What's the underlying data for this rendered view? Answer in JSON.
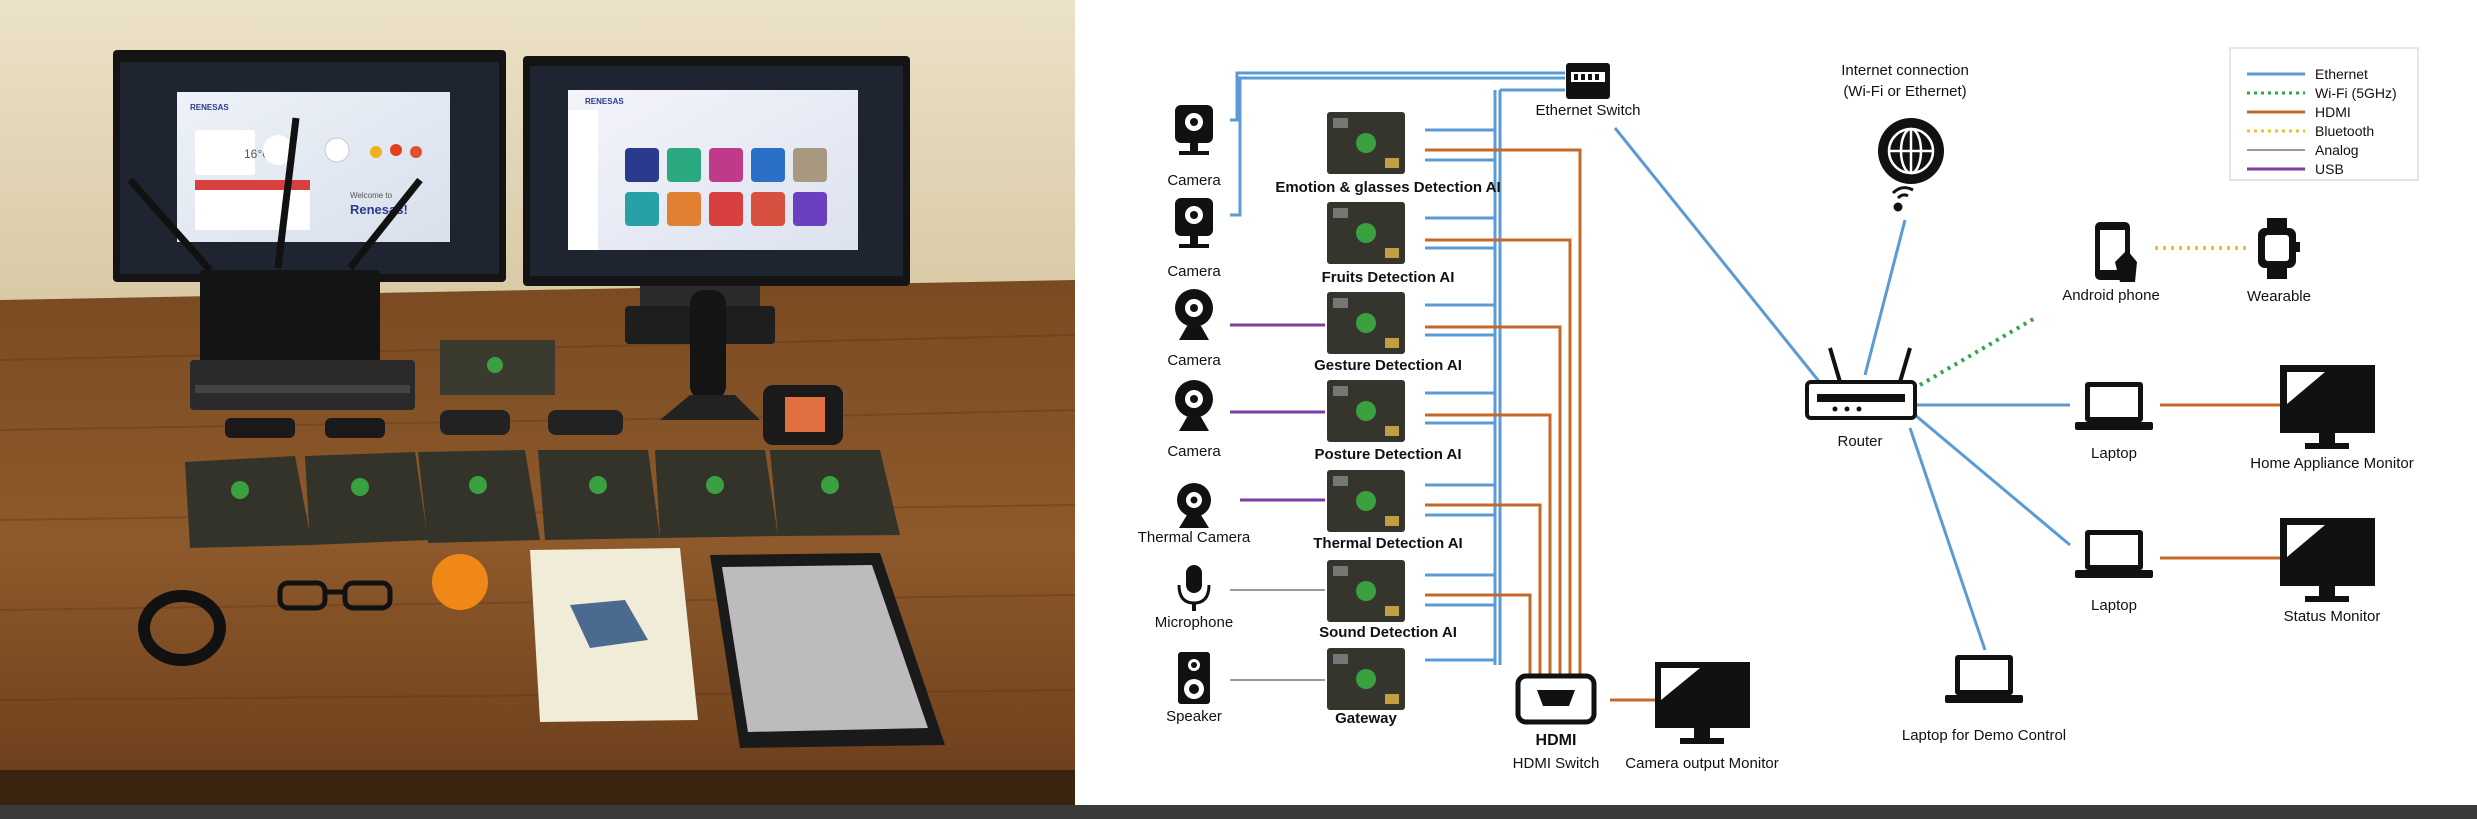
{
  "photo": {
    "left_monitor_brand": "RENESAS",
    "left_monitor_temperature": "16°C",
    "left_monitor_welcome": "Welcome to",
    "left_monitor_company": "Renesas!",
    "right_monitor_brand": "RENESAS"
  },
  "diagram": {
    "nodes": {
      "ethernet_switch": "Ethernet Switch",
      "internet": "Internet connection",
      "internet_sub": "(Wi-Fi or  Ethernet)",
      "router": "Router",
      "android_phone": "Android phone",
      "wearable": "Wearable",
      "laptop_1": "Laptop",
      "laptop_2": "Laptop",
      "laptop_demo": "Laptop for Demo Control",
      "home_monitor": "Home Appliance Monitor",
      "status_monitor": "Status Monitor",
      "hdmi_icon_text": "HDMI",
      "hdmi_switch": "HDMI Switch",
      "camera_output_monitor": "Camera output Monitor"
    },
    "boards": [
      {
        "label": "Emotion & glasses Detection AI",
        "device": "Camera"
      },
      {
        "label": "Fruits Detection AI",
        "device": "Camera"
      },
      {
        "label": "Gesture Detection AI",
        "device": "Camera"
      },
      {
        "label": "Posture Detection AI",
        "device": "Camera"
      },
      {
        "label": "Thermal Detection AI",
        "device": "Thermal Camera"
      },
      {
        "label": "Sound Detection AI",
        "device": "Microphone"
      },
      {
        "label": "Gateway",
        "device": "Speaker"
      }
    ],
    "legend": [
      {
        "label": "Ethernet",
        "color": "#5b9bd5",
        "style": "solid"
      },
      {
        "label": "Wi-Fi (5GHz)",
        "color": "#2ea84a",
        "style": "dotted"
      },
      {
        "label": "HDMI",
        "color": "#c5692a",
        "style": "solid"
      },
      {
        "label": "Bluetooth",
        "color": "#f0c020",
        "style": "dotted"
      },
      {
        "label": "Analog",
        "color": "#999999",
        "style": "solid"
      },
      {
        "label": "USB",
        "color": "#7a3fa0",
        "style": "solid"
      }
    ]
  }
}
